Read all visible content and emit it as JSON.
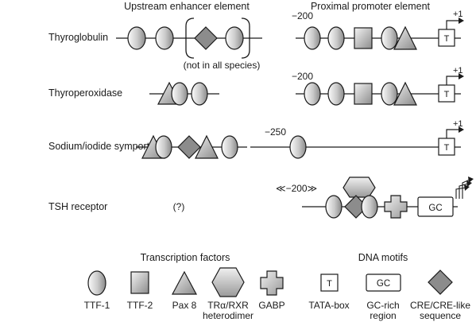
{
  "headers": {
    "upstream": "Upstream enhancer element",
    "proximal": "Proximal promoter element"
  },
  "genes": [
    {
      "name": "Thyroglobulin",
      "upstream_note": "(not in all species)",
      "position": "−200",
      "tss": "+1",
      "tata_label": "T"
    },
    {
      "name": "Thyroperoxidase",
      "position": "−200",
      "tss": "+1",
      "tata_label": "T"
    },
    {
      "name": "Sodium/iodide symporter",
      "position": "−250",
      "tss": "+1",
      "tata_label": "T"
    },
    {
      "name": "TSH receptor",
      "upstream_note": "(?)",
      "position": "≪−200≫",
      "gc_label": "GC"
    }
  ],
  "legend": {
    "tf_title": "Transcription factors",
    "dna_title": "DNA motifs",
    "tf_items": [
      {
        "shape": "ellipse",
        "label": "TTF-1"
      },
      {
        "shape": "rectangle",
        "label": "TTF-2"
      },
      {
        "shape": "triangle",
        "label": "Pax 8"
      },
      {
        "shape": "hexagon",
        "label": "TRα/RXR",
        "label2": "heterodimer"
      },
      {
        "shape": "cross",
        "label": "GABP"
      }
    ],
    "dna_items": [
      {
        "shape": "tata-box",
        "symbol": "T",
        "label": "TATA-box"
      },
      {
        "shape": "gc-box",
        "symbol": "GC",
        "label": "GC-rich",
        "label2": "region"
      },
      {
        "shape": "diamond",
        "label": "CRE/CRE-like",
        "label2": "sequence"
      }
    ]
  },
  "colors": {
    "factor_light": "#f2f2f2",
    "factor_dark": "#8c8c8c",
    "stroke": "#1a1a1a"
  }
}
